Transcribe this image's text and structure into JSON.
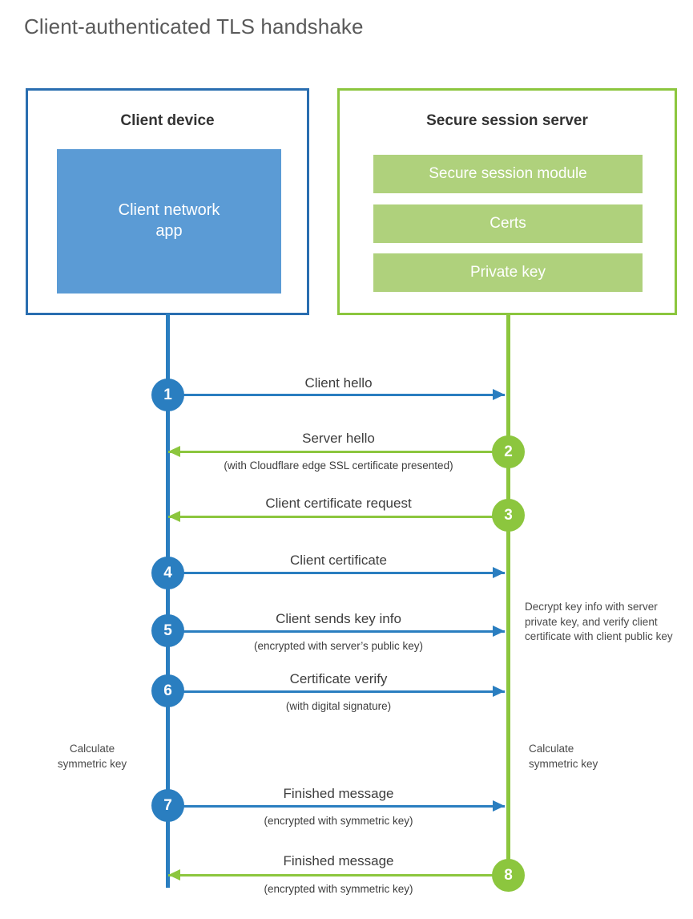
{
  "title": "Client-authenticated TLS handshake",
  "colors": {
    "client_border": "#2a6eb0",
    "client_line": "#2a7ec0",
    "client_fill": "#5b9bd5",
    "server_border": "#8cc63e",
    "server_line": "#8cc63e",
    "server_fill": "#afd17c",
    "text": "#3d3d3d",
    "title_text": "#5a5a5a"
  },
  "client": {
    "title": "Client device",
    "app_label": "Client network\napp"
  },
  "server": {
    "title": "Secure session server",
    "blocks": [
      {
        "label": "Secure session module"
      },
      {
        "label": "Certs"
      },
      {
        "label": "Private key"
      }
    ]
  },
  "messages": [
    {
      "step": "1",
      "direction": "client-to-server",
      "label": "Client hello",
      "sublabel": "",
      "circle_color": "blue",
      "line_color": "blue"
    },
    {
      "step": "2",
      "direction": "server-to-client",
      "label": "Server hello",
      "sublabel": "(with Cloudflare edge SSL certificate presented)",
      "circle_color": "green",
      "line_color": "green"
    },
    {
      "step": "3",
      "direction": "server-to-client",
      "label": "Client certificate request",
      "sublabel": "",
      "circle_color": "green",
      "line_color": "green"
    },
    {
      "step": "4",
      "direction": "client-to-server",
      "label": "Client certificate",
      "sublabel": "",
      "circle_color": "blue",
      "line_color": "blue"
    },
    {
      "step": "5",
      "direction": "client-to-server",
      "label": "Client sends key info",
      "sublabel": "(encrypted with server’s public key)",
      "circle_color": "blue",
      "line_color": "blue"
    },
    {
      "step": "6",
      "direction": "client-to-server",
      "label": "Certificate verify",
      "sublabel": "(with digital signature)",
      "circle_color": "blue",
      "line_color": "blue"
    },
    {
      "step": "7",
      "direction": "client-to-server",
      "label": "Finished message",
      "sublabel": "(encrypted with symmetric key)",
      "circle_color": "blue",
      "line_color": "blue"
    },
    {
      "step": "8",
      "direction": "server-to-client",
      "label": "Finished message",
      "sublabel": "(encrypted with symmetric key)",
      "circle_color": "green",
      "line_color": "green"
    }
  ],
  "annotations": {
    "decrypt_key_info": "Decrypt key info with server private key, and verify client certificate with client public key",
    "client_calculate": "Calculate\nsymmetric key",
    "server_calculate": "Calculate\nsymmetric key"
  }
}
